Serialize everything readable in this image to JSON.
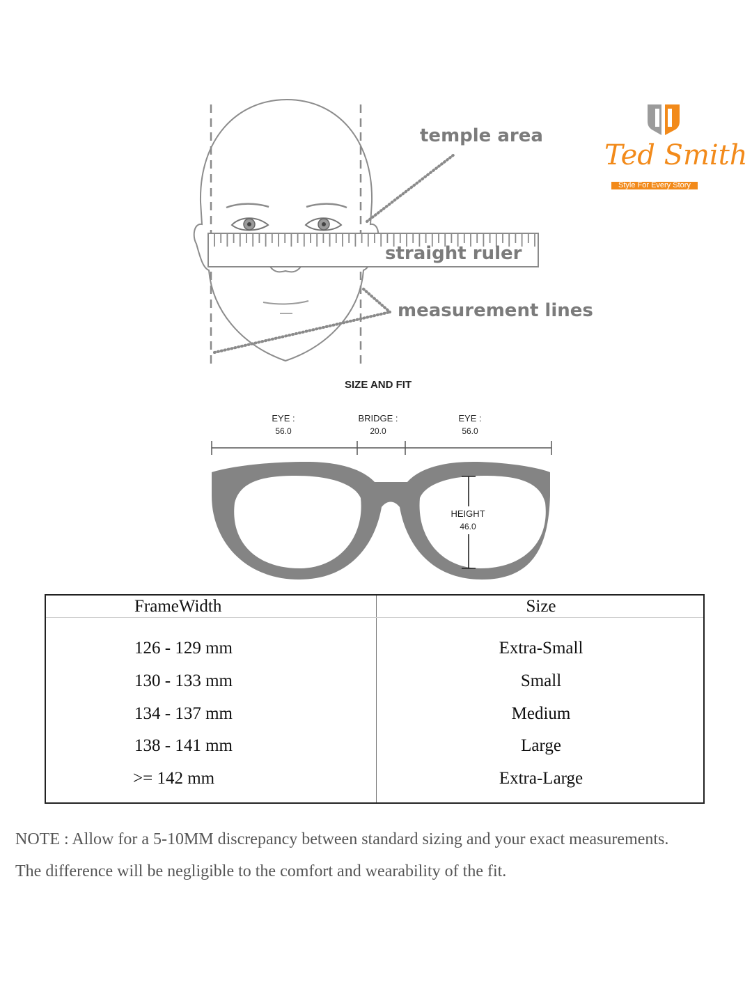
{
  "diagram": {
    "temple_area_label": "temple area",
    "straight_ruler_label": "straight ruler",
    "measurement_lines_label": "measurement lines"
  },
  "brand": {
    "name": "Ted Smith",
    "tagline": "Style For Every Story",
    "colors": {
      "accent": "#f28a1a",
      "shield": "#9b9b9b"
    }
  },
  "fit": {
    "title": "SIZE AND FIT",
    "eye_left": {
      "label": "EYE :",
      "value": "56.0"
    },
    "bridge": {
      "label": "BRIDGE :",
      "value": "20.0"
    },
    "eye_right": {
      "label": "EYE :",
      "value": "56.0"
    },
    "height": {
      "label": "HEIGHT",
      "value": "46.0"
    },
    "frame_color": "#848484"
  },
  "table": {
    "headers": [
      "FrameWidth",
      "Size"
    ],
    "rows": [
      {
        "width": "126 - 129 mm",
        "size": "Extra-Small"
      },
      {
        "width": "130 - 133 mm",
        "size": "Small"
      },
      {
        "width": "134 - 137 mm",
        "size": "Medium"
      },
      {
        "width": "138 - 141 mm",
        "size": "Large"
      },
      {
        "width": ">= 142 mm",
        "size": "Extra-Large"
      }
    ]
  },
  "note": {
    "line1": "NOTE : Allow for a 5-10MM discrepancy between standard sizing and your exact measurements.",
    "line2": "The difference will be negligible to the comfort and wearability of the fit."
  }
}
